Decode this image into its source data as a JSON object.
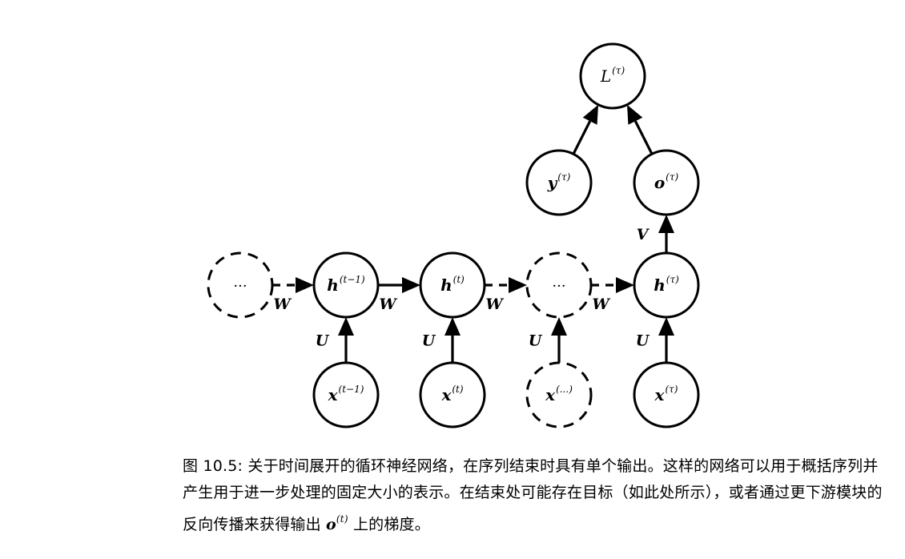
{
  "diagram": {
    "nodes": [
      {
        "id": "L",
        "main": "L",
        "sup": "(τ)",
        "bold": false,
        "dashed": false
      },
      {
        "id": "y",
        "main": "y",
        "sup": "(τ)",
        "bold": true,
        "dashed": false
      },
      {
        "id": "o",
        "main": "o",
        "sup": "(τ)",
        "bold": true,
        "dashed": false
      },
      {
        "id": "h0",
        "main": "···",
        "sup": "",
        "bold": false,
        "dashed": true
      },
      {
        "id": "h1",
        "main": "h",
        "sup": "(t−1)",
        "bold": true,
        "dashed": false
      },
      {
        "id": "h2",
        "main": "h",
        "sup": "(t)",
        "bold": true,
        "dashed": false
      },
      {
        "id": "h3",
        "main": "···",
        "sup": "",
        "bold": false,
        "dashed": true
      },
      {
        "id": "h4",
        "main": "h",
        "sup": "(τ)",
        "bold": true,
        "dashed": false
      },
      {
        "id": "x1",
        "main": "x",
        "sup": "(t−1)",
        "bold": true,
        "dashed": false
      },
      {
        "id": "x2",
        "main": "x",
        "sup": "(t)",
        "bold": true,
        "dashed": false
      },
      {
        "id": "x3",
        "main": "x",
        "sup": "(...)",
        "bold": true,
        "dashed": true
      },
      {
        "id": "x4",
        "main": "x",
        "sup": "(τ)",
        "bold": true,
        "dashed": false
      }
    ],
    "edges": [
      {
        "from": "y",
        "to": "L",
        "label": "",
        "dashed": false
      },
      {
        "from": "o",
        "to": "L",
        "label": "",
        "dashed": false
      },
      {
        "from": "h4",
        "to": "o",
        "label": "V",
        "dashed": false
      },
      {
        "from": "h0",
        "to": "h1",
        "label": "W",
        "dashed": true
      },
      {
        "from": "h1",
        "to": "h2",
        "label": "W",
        "dashed": false
      },
      {
        "from": "h2",
        "to": "h3",
        "label": "W",
        "dashed": true
      },
      {
        "from": "h3",
        "to": "h4",
        "label": "W",
        "dashed": true
      },
      {
        "from": "x1",
        "to": "h1",
        "label": "U",
        "dashed": false
      },
      {
        "from": "x2",
        "to": "h2",
        "label": "U",
        "dashed": false
      },
      {
        "from": "x3",
        "to": "h3",
        "label": "U",
        "dashed": false
      },
      {
        "from": "x4",
        "to": "h4",
        "label": "U",
        "dashed": false
      }
    ]
  },
  "caption": {
    "prefix": "图 10.5: 关于时间展开的循环神经网络，在序列结束时具有单个输出。这样的网络可以用于概括序列并产生用于进一步处理的固定大小的表示。在结束处可能存在目标（如此处所示），或者通过更下游模块的反向传播来获得输出 ",
    "math_main": "o",
    "math_sup": "(t)",
    "suffix": " 上的梯度。"
  }
}
